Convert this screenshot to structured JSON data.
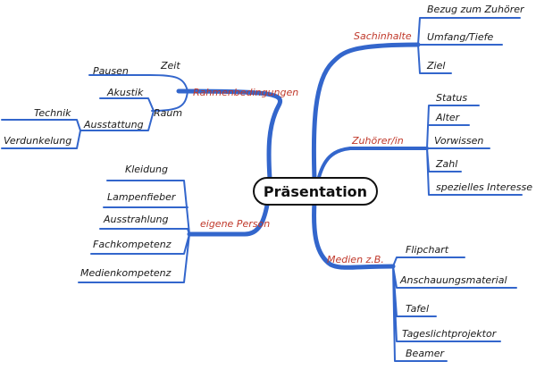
{
  "center": "Präsentation",
  "branches": {
    "sachinhalte": {
      "label": "Sachinhalte",
      "items": [
        "Bezug zum Zuhörer",
        "Umfang/Tiefe",
        "Ziel"
      ]
    },
    "zuhoerer": {
      "label": "Zuhörer/in",
      "items": [
        "Status",
        "Alter",
        "Vorwissen",
        "Zahl",
        "spezielles Interesse"
      ]
    },
    "medien": {
      "label": "Medien z.B.",
      "items": [
        "Flipchart",
        "Anschauungsmaterial",
        "Tafel",
        "Tageslichtprojektor",
        "Beamer"
      ]
    },
    "eigene_person": {
      "label": "eigene Person",
      "items": [
        "Kleidung",
        "Lampenfieber",
        "Ausstrahlung",
        "Fachkompetenz",
        "Medienkompetenz"
      ]
    },
    "rahmen": {
      "label": "Rahmenbedingungen",
      "zeit": {
        "label": "Zeit",
        "items": [
          "Pausen"
        ]
      },
      "raum": {
        "label": "Raum",
        "akustik": "Akustik",
        "ausstattung": {
          "label": "Ausstattung",
          "items": [
            "Technik",
            "Verdunkelung"
          ]
        }
      }
    }
  },
  "colors": {
    "branch": "#3366cc",
    "category": "#c0392b",
    "text": "#1a1a1a"
  }
}
